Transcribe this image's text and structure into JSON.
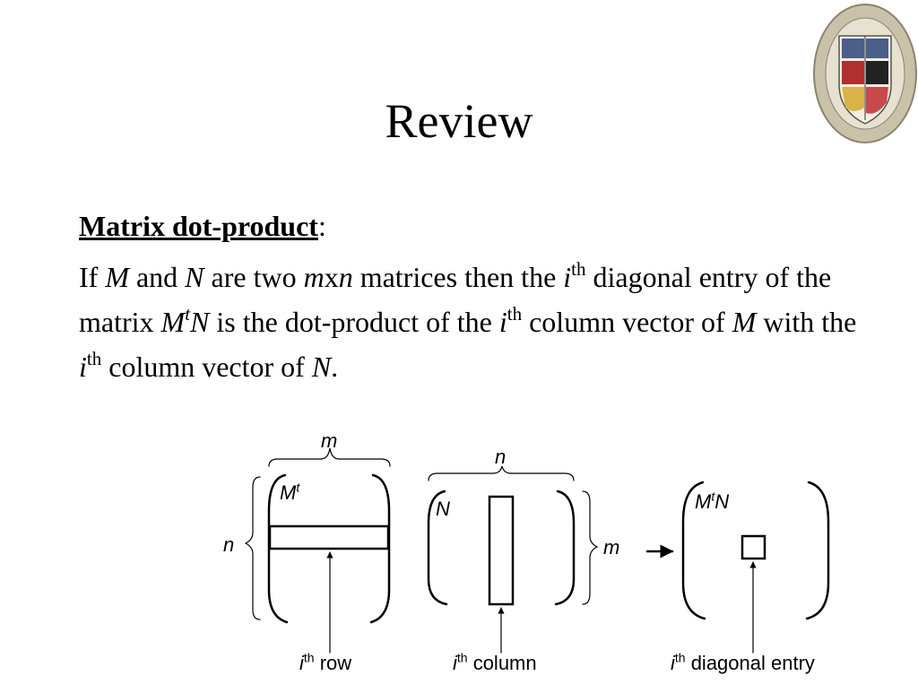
{
  "slide": {
    "title": "Review",
    "heading": "Matrix dot-product",
    "heading_colon": ":",
    "para": {
      "t1": "If ",
      "M1": "M",
      "t2": " and ",
      "N1": "N",
      "t3": " are two ",
      "mxn_m": "m",
      "mxn_x": "x",
      "mxn_n": "n",
      "t4": " matrices then the ",
      "i1": "i",
      "th1": "th",
      "t5": " diagonal entry of the matrix ",
      "M2": "M",
      "sup_t": "t",
      "N2": "N",
      "t6": " is the dot-product of the ",
      "i2": "i",
      "th2": "th",
      "t7": " column vector of ",
      "M3": "M",
      "t8": " with the ",
      "i3": "i",
      "th3": "th",
      "t9": " column vector of ",
      "N3": "N",
      "t10": "."
    }
  },
  "diagram": {
    "mt_label": "M",
    "mt_sup": "t",
    "m_top": "m",
    "n_left": "n",
    "n_top": "n",
    "n_label": "N",
    "m_right": "m",
    "mtn_label_m": "M",
    "mtn_label_t": "t",
    "mtn_label_n": "N",
    "row_i": "i",
    "row_th": "th",
    "row_text": " row",
    "col_i": "i",
    "col_th": "th",
    "col_text": " column",
    "diag_i": "i",
    "diag_th": "th",
    "diag_text": " diagonal entry"
  }
}
